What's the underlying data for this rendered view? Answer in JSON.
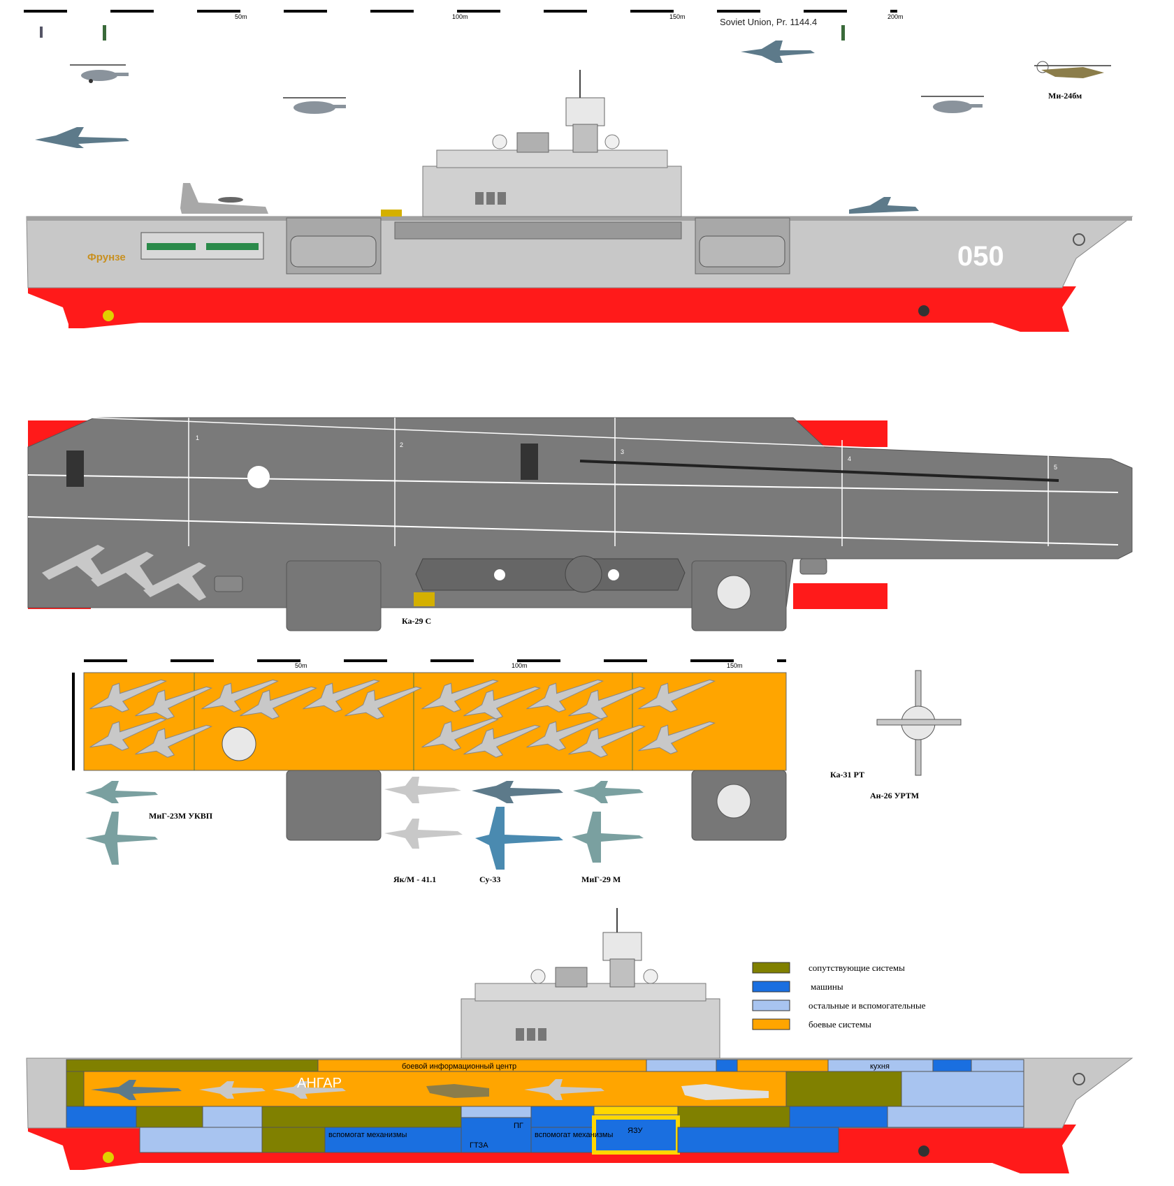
{
  "title": "Soviet Union, Pr. 1144.4",
  "hull_number": "050",
  "ship_name": "Фрунзе",
  "scale_top": {
    "ticks": [
      "50m",
      "100m",
      "150m",
      "200m"
    ]
  },
  "scale_hangar": {
    "ticks": [
      "50m",
      "100m",
      "150m"
    ]
  },
  "deck_numbers": [
    "1",
    "2",
    "3",
    "4",
    "5"
  ],
  "aircraft_labels": {
    "mi24": "Ми-24бм",
    "ka29": "Ка-29 С",
    "ka31": "Ка-31 РТ",
    "an26": "Ан-26 УРТМ",
    "mig23": "МиГ-23М УКВП",
    "yak41": "Як/М - 41.1",
    "su33": "Су-33",
    "mig29": "МиГ-29 М"
  },
  "legend": [
    {
      "label": "сопутствующие системы",
      "color": "#808000"
    },
    {
      "label": "машины",
      "color": "#1a6fe0"
    },
    {
      "label": "остальные и вспомогательные",
      "color": "#a8c4f0"
    },
    {
      "label": "боевые системы",
      "color": "#ffa500"
    }
  ],
  "compartments": {
    "cic": "боевой информационный центр",
    "galley": "кухня",
    "hangar": "АНГАР",
    "aux1": "вспомогат механизмы",
    "gtza": "ГТЗА",
    "pg": "ПГ",
    "aux2": "вспомогат механизмы",
    "yazu": "ЯЗУ"
  },
  "colors": {
    "hull_grey": "#c8c8c8",
    "hull_red": "#ff1a1a",
    "deck_grey": "#7a7a7a",
    "hangar_orange": "#ffa500",
    "olive": "#808000",
    "blue": "#1a6fe0",
    "light_blue": "#a8c4f0"
  }
}
